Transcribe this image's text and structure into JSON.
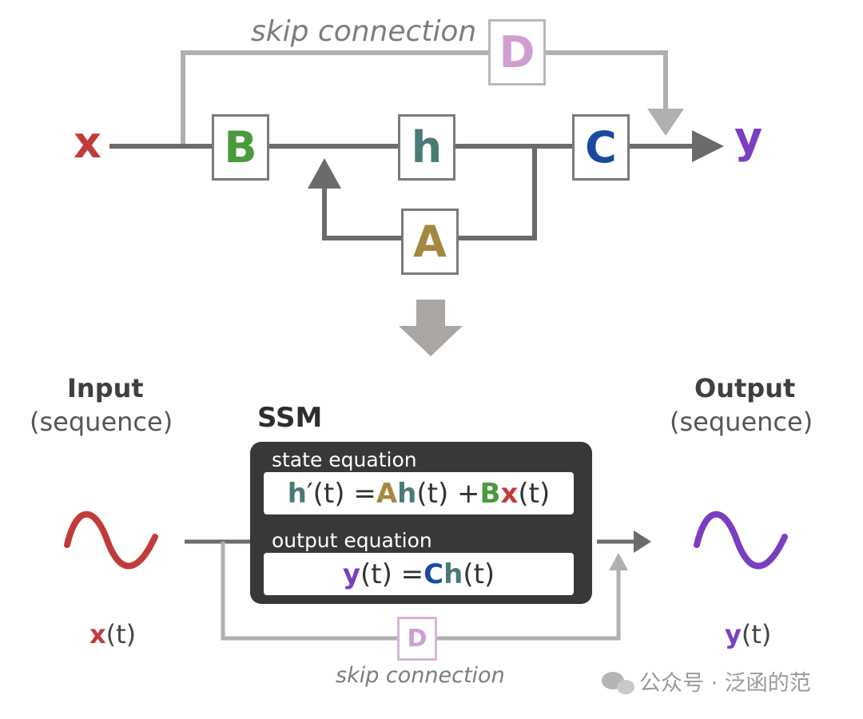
{
  "colors": {
    "x": "#c23b3b",
    "B": "#4a9a3e",
    "h": "#4a7a76",
    "A": "#a38940",
    "C": "#1a4aa0",
    "y": "#7a3fc0",
    "D": "#cf9fcf",
    "dark_line": "#6b6b6b",
    "light_line": "#b0b0b0",
    "panel": "#383838"
  },
  "top_diagram": {
    "input_symbol": "x",
    "output_symbol": "y",
    "skip_label": "skip connection",
    "blocks": {
      "B": "B",
      "h": "h",
      "C": "C",
      "A": "A",
      "D": "D"
    }
  },
  "bottom_diagram": {
    "input_title": "Input",
    "input_subtitle": "(sequence)",
    "output_title": "Output",
    "output_subtitle": "(sequence)",
    "ssm_title": "SSM",
    "state_label": "state equation",
    "output_label": "output equation",
    "state_eq": {
      "h": "h",
      "prime_t": "′(t) = ",
      "A": "A",
      "h2": "h",
      "t1": "(t) + ",
      "B": "B",
      "x": "x",
      "t2": "(t)"
    },
    "output_eq": {
      "y": "y",
      "t1": "(t) = ",
      "C": "C",
      "h": "h",
      "t2": "(t)"
    },
    "input_fn": {
      "sym": "x",
      "arg": "(t)"
    },
    "output_fn": {
      "sym": "y",
      "arg": "(t)"
    },
    "skip_block": "D",
    "skip_label": "skip connection"
  },
  "watermark": "公众号 · 泛函的范"
}
